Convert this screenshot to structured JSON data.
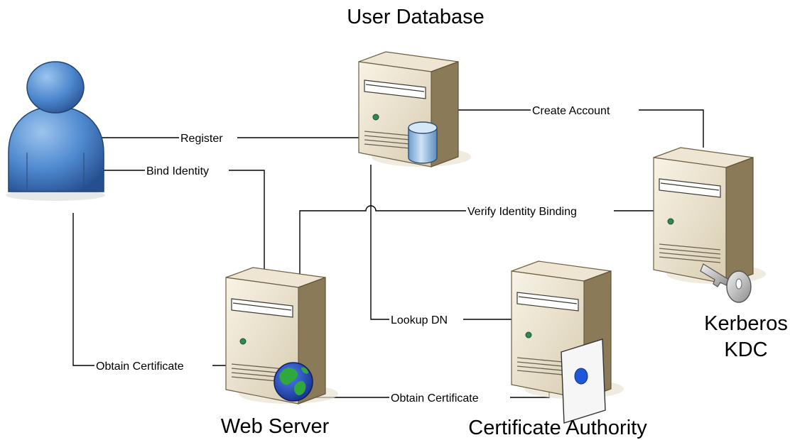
{
  "nodes": {
    "user": {
      "icon": "user-icon"
    },
    "user_database": {
      "label": "User Database",
      "icon": "database-server-icon"
    },
    "web_server": {
      "label": "Web Server",
      "icon": "web-server-icon"
    },
    "certificate_authority": {
      "label": "Certificate Authority",
      "icon": "certificate-server-icon"
    },
    "kerberos_kdc": {
      "label_line1": "Kerberos",
      "label_line2": "KDC",
      "icon": "key-server-icon"
    }
  },
  "edges": {
    "register": {
      "label": "Register",
      "from": "user",
      "to": "user_database"
    },
    "bind_identity": {
      "label": "Bind Identity",
      "from": "user",
      "to": "web_server"
    },
    "obtain_certificate_user": {
      "label": "Obtain Certificate",
      "from": "user",
      "to": "web_server"
    },
    "create_account": {
      "label": "Create Account",
      "from": "user_database",
      "to": "kerberos_kdc"
    },
    "verify_identity_binding": {
      "label": "Verify Identity Binding",
      "from": "web_server",
      "to": "kerberos_kdc"
    },
    "lookup_dn": {
      "label": "Lookup DN",
      "from": "user_database",
      "to": "certificate_authority"
    },
    "obtain_certificate_ca": {
      "label": "Obtain Certificate",
      "from": "web_server",
      "to": "certificate_authority"
    }
  },
  "colors": {
    "line": "#000000",
    "server_body": "#efe7d2",
    "server_side": "#8a7a58",
    "user_fill": "#4f89cf",
    "database_fill": "#8fb9e3",
    "certificate_seal": "#1e58d8",
    "globe_ocean": "#2451c9",
    "globe_land": "#2fa83d"
  }
}
